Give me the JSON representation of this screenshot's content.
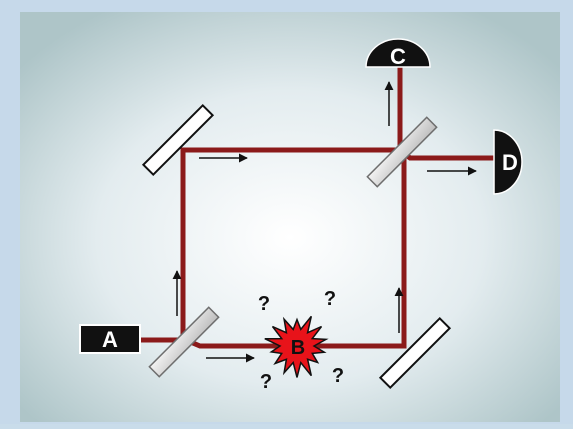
{
  "diagram": {
    "source_label": "A",
    "sample_label": "B",
    "detector_c_label": "C",
    "detector_d_label": "D",
    "question_marks": [
      "?",
      "?",
      "?",
      "?"
    ],
    "colors": {
      "beam": "#8b1a1a",
      "source": "#111111",
      "detector": "#111111",
      "burst": "#e8131a",
      "mirror_fill": "#ffffff",
      "splitter_fill": "#dcdcdc"
    }
  }
}
